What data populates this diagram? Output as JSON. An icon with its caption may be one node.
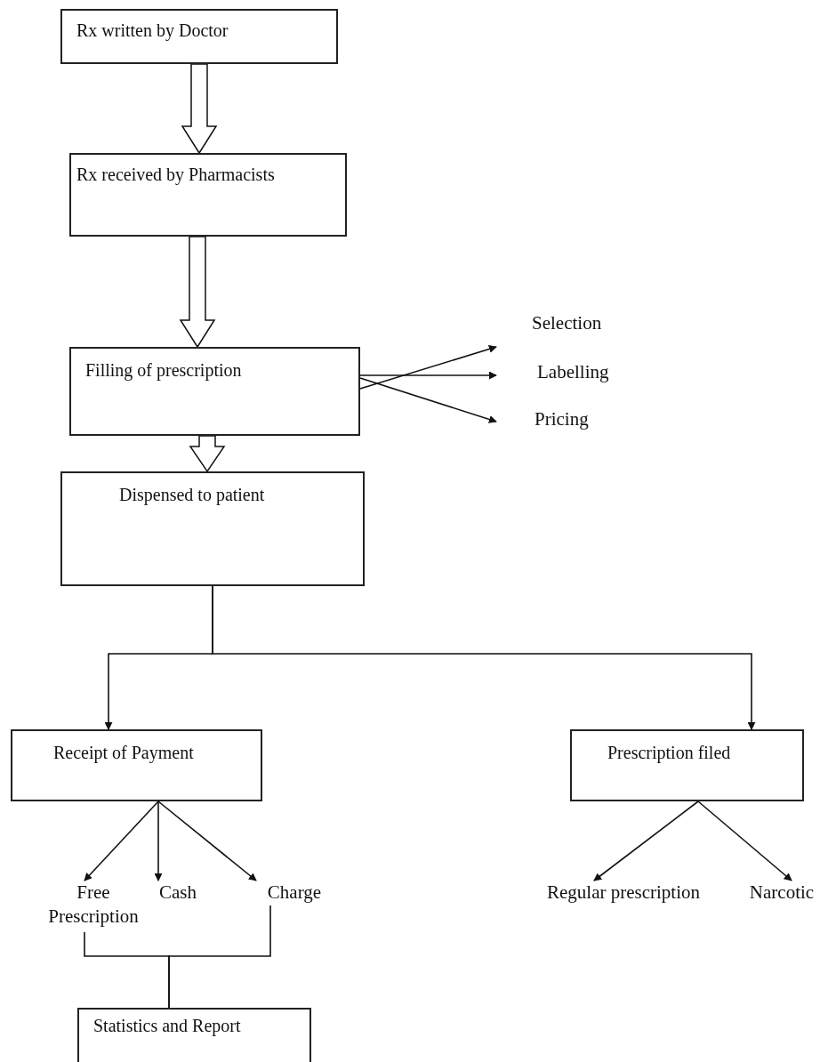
{
  "diagram": {
    "nodes": [
      {
        "text": [
          "Rx written by Doctor"
        ]
      },
      {
        "text": [
          "Rx received by Pharmacists"
        ]
      },
      {
        "text": [
          "Filling of prescription"
        ]
      },
      {
        "text": [
          "Selection"
        ]
      },
      {
        "text": [
          "Labelling"
        ]
      },
      {
        "text": [
          "Pricing"
        ]
      },
      {
        "text": [
          "Dispensed to patient"
        ]
      },
      {
        "text": [
          "Receipt of Payment"
        ]
      },
      {
        "text": [
          "Prescription filed"
        ]
      },
      {
        "text": [
          "Free Prescription"
        ]
      },
      {
        "text": [
          "Cash"
        ]
      },
      {
        "text": [
          "Charge"
        ]
      },
      {
        "text": [
          "Regular prescription"
        ]
      },
      {
        "text": [
          "Narcotic"
        ]
      },
      {
        "text": [
          "Statistics and Report"
        ]
      }
    ],
    "edges": [
      {
        "from": 0,
        "to": 1,
        "arrow": "to",
        "style": "thick"
      },
      {
        "from": 1,
        "to": 2,
        "arrow": "to",
        "style": "thick"
      },
      {
        "from": 2,
        "to": 6,
        "arrow": "to",
        "style": "thick"
      },
      {
        "from": 2,
        "to": 3,
        "arrow": "to"
      },
      {
        "from": 2,
        "to": 4,
        "arrow": "to"
      },
      {
        "from": 2,
        "to": 5,
        "arrow": "to"
      },
      {
        "from": 6,
        "to": 7,
        "arrow": "to"
      },
      {
        "from": 6,
        "to": 8,
        "arrow": "to"
      },
      {
        "from": 7,
        "to": 9,
        "arrow": "to"
      },
      {
        "from": 7,
        "to": 10,
        "arrow": "to"
      },
      {
        "from": 7,
        "to": 11,
        "arrow": "to"
      },
      {
        "from": 8,
        "to": 12,
        "arrow": "to"
      },
      {
        "from": 8,
        "to": 13,
        "arrow": "to"
      },
      {
        "from": 9,
        "to": 14,
        "arrow": "none"
      },
      {
        "from": 11,
        "to": 14,
        "arrow": "none"
      }
    ]
  }
}
